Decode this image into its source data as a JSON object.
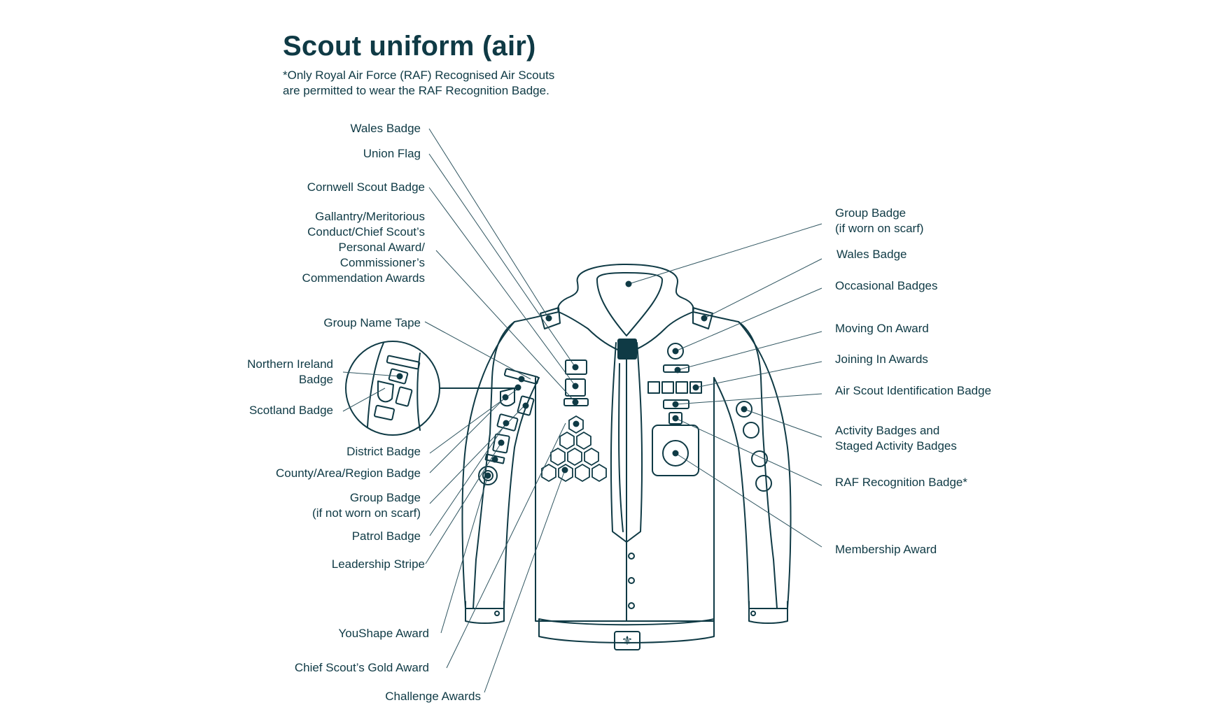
{
  "header": {
    "title": "Scout uniform (air)",
    "subtitle_lines": [
      "*Only Royal Air Force (RAF) Recognised Air Scouts",
      "are permitted to wear the RAF Recognition Badge."
    ]
  },
  "labels_left": [
    {
      "id": "wales-badge-left",
      "lines": [
        "Wales Badge"
      ]
    },
    {
      "id": "union-flag",
      "lines": [
        "Union Flag"
      ]
    },
    {
      "id": "cornwell-scout-badge",
      "lines": [
        "Cornwell Scout Badge"
      ]
    },
    {
      "id": "gallantry-awards",
      "lines": [
        "Gallantry/Meritorious",
        "Conduct/Chief Scout’s",
        "Personal Award/",
        "Commissioner’s",
        "Commendation Awards"
      ]
    },
    {
      "id": "group-name-tape",
      "lines": [
        "Group Name Tape"
      ]
    },
    {
      "id": "northern-ireland-badge",
      "lines": [
        "Northern Ireland",
        "Badge"
      ]
    },
    {
      "id": "scotland-badge",
      "lines": [
        "Scotland Badge"
      ]
    },
    {
      "id": "district-badge",
      "lines": [
        "District Badge"
      ]
    },
    {
      "id": "county-area-region-badge",
      "lines": [
        "County/Area/Region Badge"
      ]
    },
    {
      "id": "group-badge-not-scarf",
      "lines": [
        "Group Badge",
        "(if not worn on scarf)"
      ]
    },
    {
      "id": "patrol-badge",
      "lines": [
        "Patrol Badge"
      ]
    },
    {
      "id": "leadership-stripe",
      "lines": [
        "Leadership Stripe"
      ]
    },
    {
      "id": "youshape-award",
      "lines": [
        "YouShape Award"
      ]
    },
    {
      "id": "chief-scouts-gold-award",
      "lines": [
        "Chief Scout’s Gold Award"
      ]
    },
    {
      "id": "challenge-awards",
      "lines": [
        "Challenge Awards"
      ]
    }
  ],
  "labels_right": [
    {
      "id": "group-badge-scarf",
      "lines": [
        "Group Badge",
        "(if worn on scarf)"
      ]
    },
    {
      "id": "wales-badge-right",
      "lines": [
        "Wales Badge"
      ]
    },
    {
      "id": "occasional-badges",
      "lines": [
        "Occasional Badges"
      ]
    },
    {
      "id": "moving-on-award",
      "lines": [
        "Moving On Award"
      ]
    },
    {
      "id": "joining-in-awards",
      "lines": [
        "Joining In Awards"
      ]
    },
    {
      "id": "air-scout-identification-badge",
      "lines": [
        "Air Scout Identification Badge"
      ]
    },
    {
      "id": "activity-badges",
      "lines": [
        "Activity Badges and",
        "Staged Activity Badges"
      ]
    },
    {
      "id": "raf-recognition-badge",
      "lines": [
        "RAF Recognition Badge*"
      ]
    },
    {
      "id": "membership-award",
      "lines": [
        "Membership Award"
      ]
    }
  ],
  "colors": {
    "ink": "#0f3a45",
    "line": "#2f5560",
    "background": "#ffffff"
  }
}
